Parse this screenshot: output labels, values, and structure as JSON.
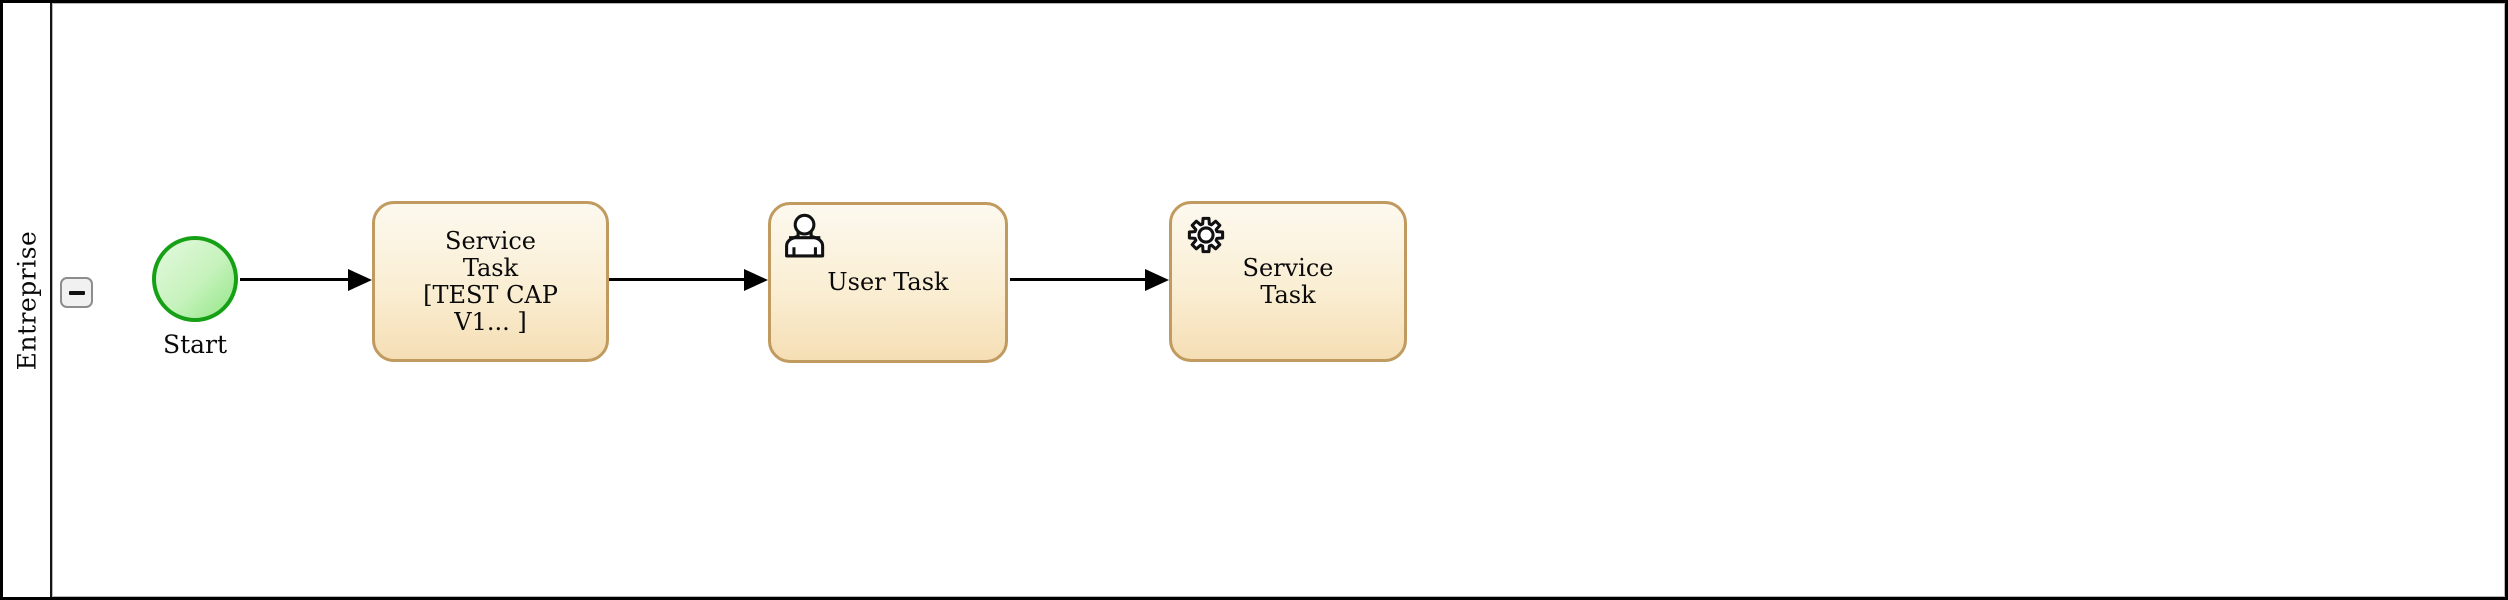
{
  "diagram": {
    "type": "bpmn-process",
    "pool": {
      "lane_label": "Entreprise",
      "collapse_icon": "minus-icon"
    },
    "nodes": [
      {
        "id": "start",
        "kind": "start-event",
        "label": "Start",
        "border_color": "#16a016",
        "fill_top": "#e4f9df",
        "fill_bottom": "#92e786"
      },
      {
        "id": "task-1",
        "kind": "service-task",
        "icon": null,
        "lines": [
          "Service",
          "Task",
          "[TEST CAP",
          "V1... ]"
        ],
        "label": "Service Task [TEST CAP V1... ]"
      },
      {
        "id": "task-2",
        "kind": "user-task",
        "icon": "user-icon",
        "lines": [
          "User Task"
        ],
        "label": "User Task"
      },
      {
        "id": "task-3",
        "kind": "service-task",
        "icon": "gear-icon",
        "lines": [
          "Service",
          "Task"
        ],
        "label": "Service Task"
      }
    ],
    "flows": [
      {
        "from": "start",
        "to": "task-1"
      },
      {
        "from": "task-1",
        "to": "task-2"
      },
      {
        "from": "task-2",
        "to": "task-3"
      }
    ],
    "colors": {
      "task_border": "#c09a5e",
      "task_fill_top": "#fdf9ef",
      "task_fill_bottom": "#f5deb4",
      "event_border": "#16a016",
      "connector": "#000000",
      "pool_border": "#000000"
    }
  }
}
